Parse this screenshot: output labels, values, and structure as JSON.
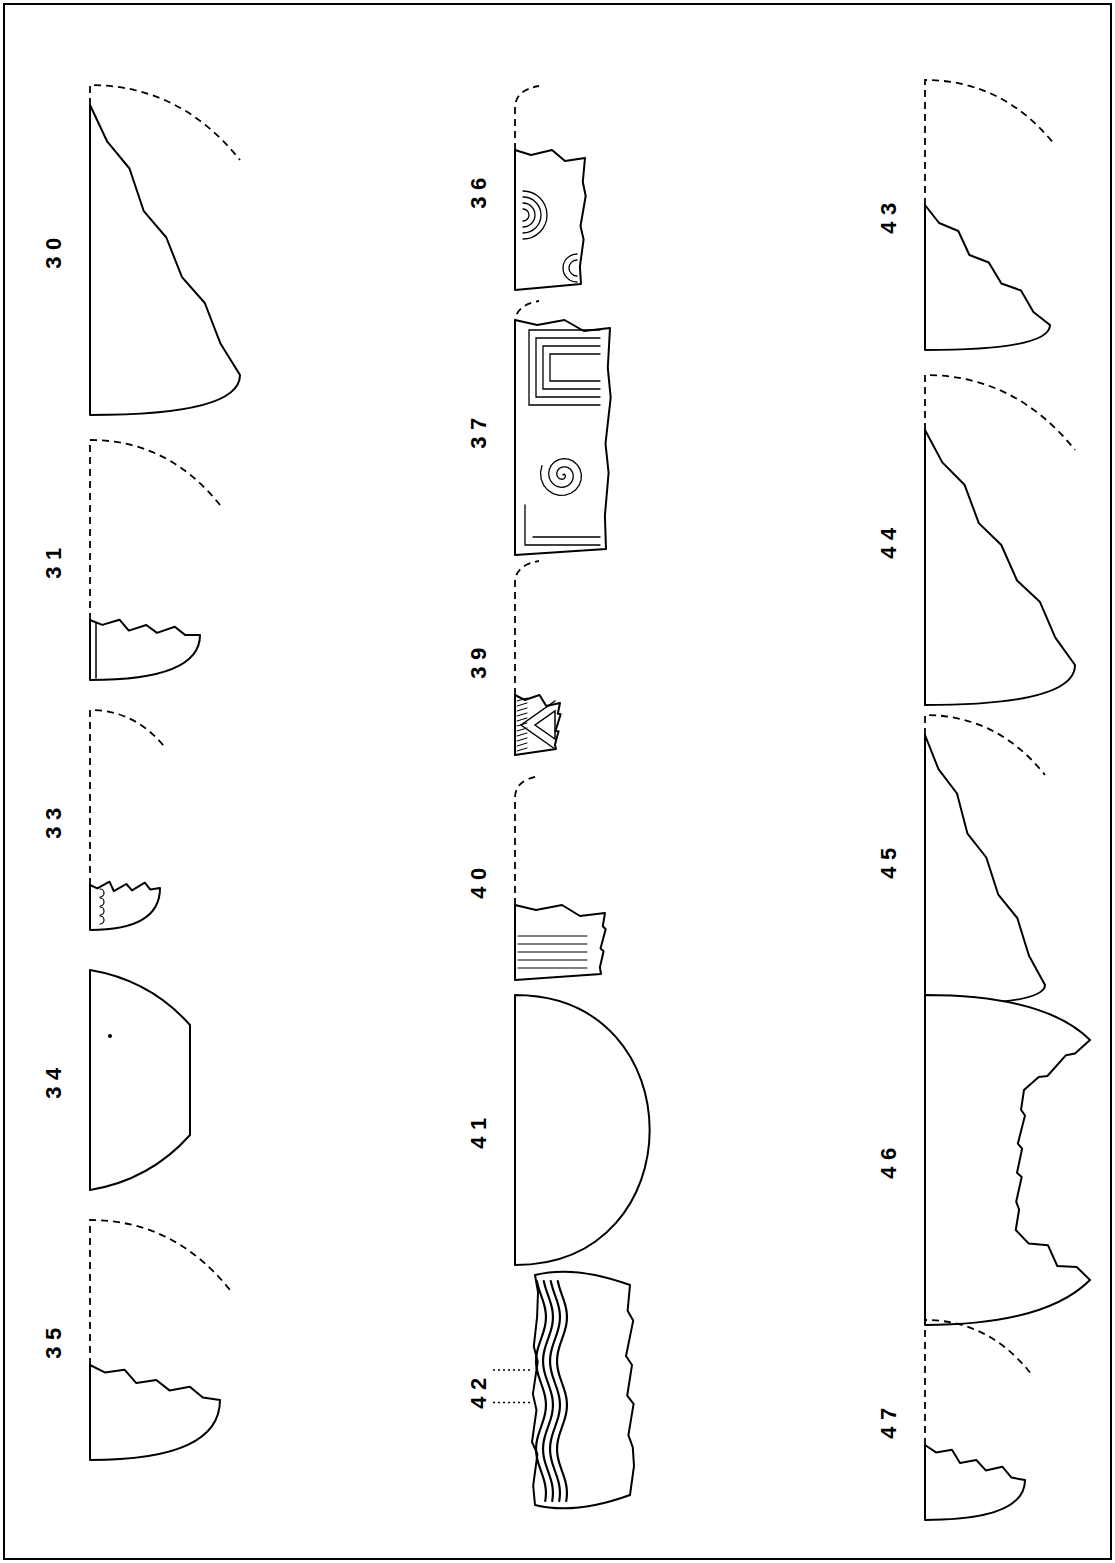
{
  "diagram": {
    "labels": [
      "30",
      "31",
      "33",
      "34",
      "35",
      "36",
      "37",
      "39",
      "40",
      "41",
      "42",
      "43",
      "44",
      "45",
      "46",
      "47"
    ]
  }
}
